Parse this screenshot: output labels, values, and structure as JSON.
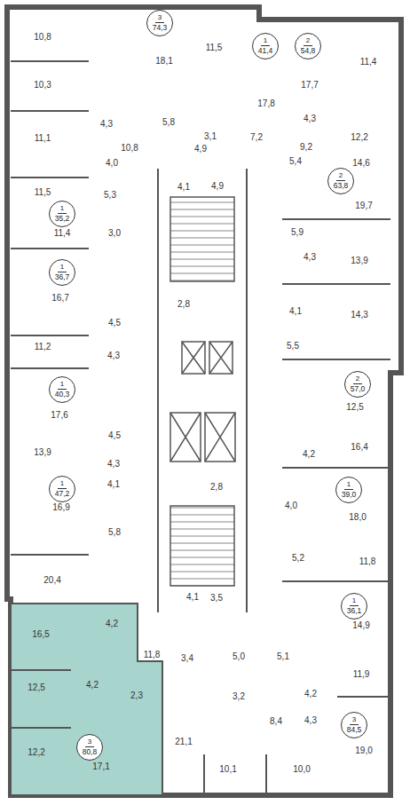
{
  "diagram": {
    "nodes": [
      {
        "text": [
          "3",
          "74,3"
        ]
      },
      {
        "text": [
          "1",
          "41,4"
        ]
      },
      {
        "text": [
          "2",
          "54,8"
        ]
      },
      {
        "text": [
          "2",
          "63,8"
        ]
      },
      {
        "text": [
          "1",
          "35,2"
        ]
      },
      {
        "text": [
          "1",
          "36,7"
        ]
      },
      {
        "text": [
          "2",
          "57,0"
        ]
      },
      {
        "text": [
          "1",
          "40,3"
        ]
      },
      {
        "text": [
          "1",
          "47,2"
        ]
      },
      {
        "text": [
          "1",
          "39,0"
        ]
      },
      {
        "text": [
          "1",
          "36,1"
        ]
      },
      {
        "text": [
          "3",
          "84,5"
        ]
      },
      {
        "text": [
          "3",
          "80,8"
        ]
      }
    ],
    "labels": [
      "10,8",
      "18,1",
      "11,5",
      "17,8",
      "17,7",
      "11,4",
      "10,3",
      "5,8",
      "3,1",
      "7,2",
      "4,3",
      "12,2",
      "11,1",
      "4,3",
      "10,8",
      "4,9",
      "9,2",
      "4,0",
      "4,1",
      "4,9",
      "5,4",
      "14,6",
      "11,5",
      "5,3",
      "19,7",
      "3,0",
      "11,4",
      "5,9",
      "13,9",
      "4,3",
      "16,7",
      "4,1",
      "2,8",
      "4,5",
      "14,3",
      "11,2",
      "4,3",
      "5,5",
      "17,6",
      "12,5",
      "4,5",
      "16,4",
      "13,9",
      "4,3",
      "4,2",
      "2,8",
      "4,1",
      "4,0",
      "18,0",
      "16,9",
      "5,8",
      "5,2",
      "11,8",
      "20,4",
      "4,1",
      "3,5",
      "14,9",
      "16,5",
      "4,2",
      "5,1",
      "11,8",
      "3,4",
      "5,0",
      "12,5",
      "4,2",
      "11,9",
      "2,3",
      "3,2",
      "4,2",
      "4,3",
      "8,4",
      "21,1",
      "19,0",
      "12,2",
      "17,1",
      "10,1",
      "10,0"
    ]
  }
}
